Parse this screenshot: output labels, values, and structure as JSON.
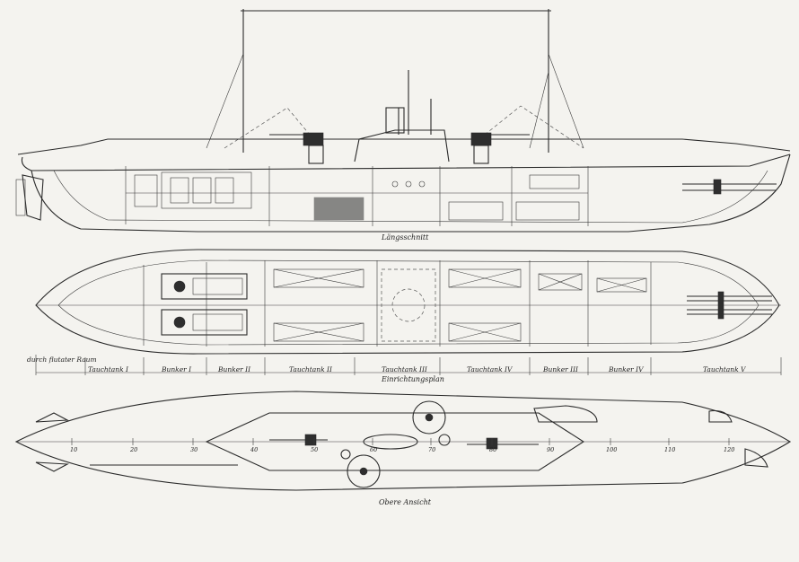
{
  "views": {
    "longitudinal_section": "Längsschnitt",
    "arrangement_plan": "Einrichtungsplan",
    "top_view": "Obere Ansicht"
  },
  "compartments": [
    "durch flutater Raum",
    "Tauchtank I",
    "Bunker I",
    "Bunker II",
    "Tauchtank II",
    "Tauchtank III",
    "Tauchtank IV",
    "Bunker III",
    "Bunker IV",
    "Tauchtank V"
  ],
  "frame_numbers": [
    "10",
    "20",
    "30",
    "40",
    "50",
    "60",
    "70",
    "80",
    "90",
    "100",
    "110",
    "120"
  ]
}
